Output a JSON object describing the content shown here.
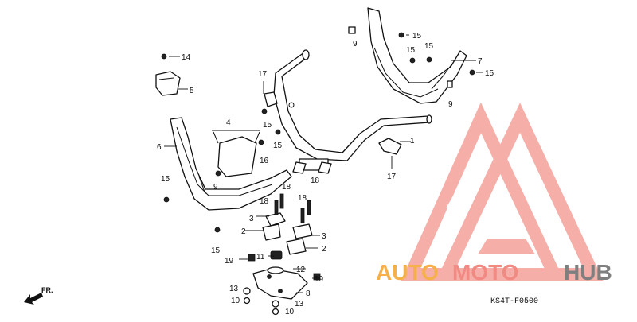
{
  "diagram": {
    "drawing_code": "KS4T-F0500",
    "front_marker": "FR.",
    "callouts": {
      "c1": "1",
      "c2a": "2",
      "c2b": "2",
      "c3a": "3",
      "c3b": "3",
      "c4": "4",
      "c5": "5",
      "c6": "6",
      "c7": "7",
      "c8": "8",
      "c9a": "9",
      "c9b": "9",
      "c9c": "9",
      "c10a": "10",
      "c10b": "10",
      "c11": "11",
      "c12": "12",
      "c13a": "13",
      "c13b": "13",
      "c14": "14",
      "c15a": "15",
      "c15b": "15",
      "c15c": "15",
      "c15d": "15",
      "c15e": "15",
      "c15f": "15",
      "c15g": "15",
      "c15h": "15",
      "c16": "16",
      "c17a": "17",
      "c17b": "17",
      "c18a": "18",
      "c18b": "18",
      "c18c": "18",
      "c18d": "18",
      "c19a": "19",
      "c19b": "19"
    }
  },
  "watermark": {
    "brand_part1": "AUTO",
    "brand_part2": "MOTO",
    "brand_part3": "HUB",
    "colors": {
      "logo": "#f4a09a",
      "orange": "#f5b04a",
      "salmon": "#f08a82",
      "gray": "#7f7f7f"
    }
  }
}
